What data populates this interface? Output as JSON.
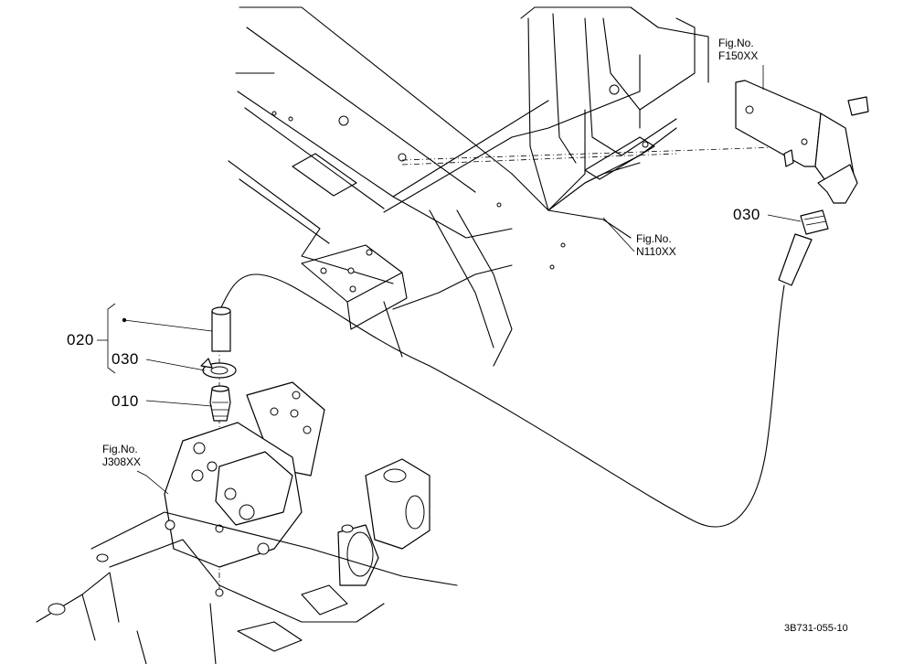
{
  "callouts": [
    {
      "id": "020",
      "label": "020"
    },
    {
      "id": "030-left",
      "label": "030"
    },
    {
      "id": "010",
      "label": "010"
    },
    {
      "id": "030-right",
      "label": "030"
    }
  ],
  "figure_refs": [
    {
      "id": "F150XX",
      "line1": "Fig.No.",
      "line2": "F150XX"
    },
    {
      "id": "N110XX",
      "line1": "Fig.No.",
      "line2": "N110XX"
    },
    {
      "id": "J308XX",
      "line1": "Fig.No.",
      "line2": "J308XX"
    }
  ],
  "drawing_code": "3B731-055-10"
}
